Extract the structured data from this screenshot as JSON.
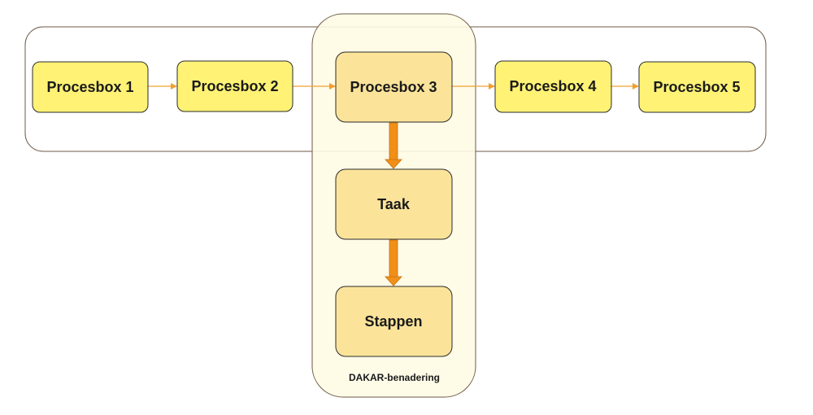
{
  "diagram": {
    "process_boxes": [
      {
        "label": "Procesbox 1"
      },
      {
        "label": "Procesbox 2"
      },
      {
        "label": "Procesbox 3"
      },
      {
        "label": "Procesbox 4"
      },
      {
        "label": "Procesbox 5"
      }
    ],
    "task_box": {
      "label": "Taak"
    },
    "steps_box": {
      "label": "Stappen"
    },
    "group_caption": "DAKAR-benadering",
    "colors": {
      "box_fill": "#FFF275",
      "focus_fill": "#FBE49A",
      "group_fill": "#FEFBE4",
      "outline": "#6E5A46",
      "arrow": "#F0A030",
      "thick_arrow": "#F09018"
    }
  }
}
